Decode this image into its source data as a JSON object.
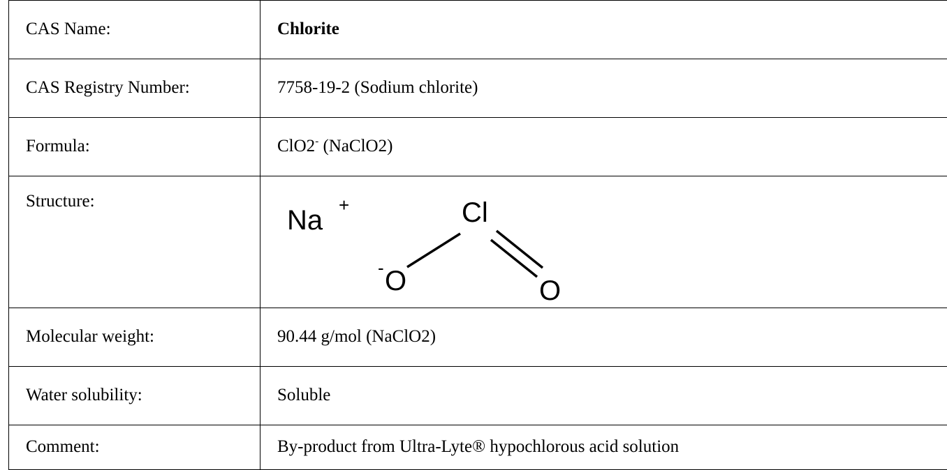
{
  "rows": [
    {
      "label": "CAS Name:",
      "value": "Chlorite"
    },
    {
      "label": "CAS Registry Number:",
      "value": "7758-19-2 (Sodium chlorite)"
    },
    {
      "label": "Formula:",
      "value_main": "ClO2",
      "value_charge": "-",
      "value_rest": " (NaClO2)"
    },
    {
      "label": "Structure:"
    },
    {
      "label": "Molecular weight:",
      "value": "90.44 g/mol (NaClO2)"
    },
    {
      "label": "Water solubility:",
      "value": "Soluble"
    },
    {
      "label": "Comment:",
      "value": "By-product from Ultra-Lyte® hypochlorous acid solution"
    }
  ],
  "structure": {
    "cation": "Na",
    "cation_charge": "+",
    "atom_cl": "Cl",
    "atom_o_left": "O",
    "o_left_charge": "-",
    "atom_o_right": "O"
  }
}
